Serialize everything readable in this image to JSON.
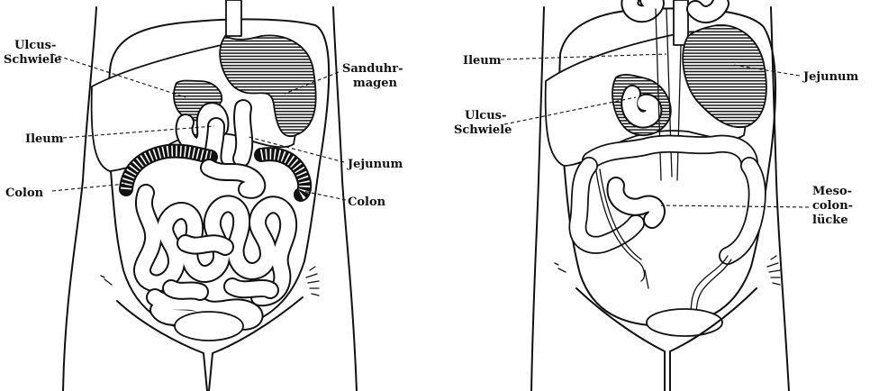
{
  "colors": {
    "ink": "#111111",
    "paper": "#ffffff"
  },
  "left_panel": {
    "labels": {
      "ulcus_line1": "Ulcus-",
      "ulcus_line2": "Schwiele",
      "sanduhr_line1": "Sanduhr-",
      "sanduhr_line2": "magen",
      "ileum": "Ileum",
      "jejunum": "Jejunum",
      "colon_left": "Colon",
      "colon_right": "Colon"
    }
  },
  "right_panel": {
    "labels": {
      "ileum": "Ileum",
      "jejunum": "Jejunum",
      "ulcus_line1": "Ulcus-",
      "ulcus_line2": "Schwiele",
      "meso_line1": "Meso-",
      "meso_line2": "colon-",
      "meso_line3": "lücke"
    }
  }
}
